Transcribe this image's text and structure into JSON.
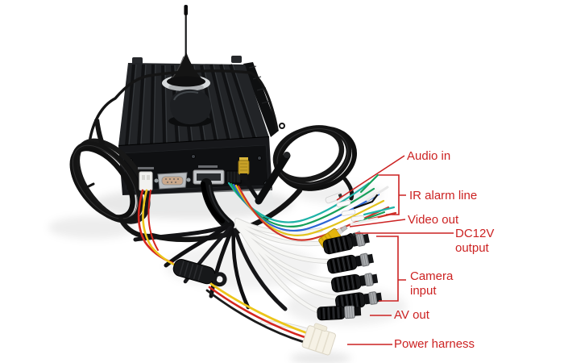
{
  "figure": {
    "kind": "annotated product photo",
    "callouts": [
      {
        "id": "audio-in",
        "label": "Audio in"
      },
      {
        "id": "ir-alarm-line",
        "label": "IR alarm line"
      },
      {
        "id": "video-out",
        "label": "Video out"
      },
      {
        "id": "dc12v-output",
        "label": "DC12V output"
      },
      {
        "id": "camera-input",
        "label": "Camera input"
      },
      {
        "id": "av-out",
        "label": "AV out"
      },
      {
        "id": "power-harness",
        "label": "Power harness"
      }
    ],
    "colors": {
      "annotation": "#cc2222",
      "background": "#ffffff",
      "device_body": "#1b1d1f",
      "wire_yellow": "#ecc51a",
      "wire_red": "#d5271f",
      "wire_green": "#17a05a",
      "wire_blue": "#2c66d4",
      "wire_teal": "#1fb3a7",
      "rca_yellow": "#e5b50d",
      "harness_plug": "#f6f2e6",
      "sma_gold": "#c9a227"
    }
  }
}
